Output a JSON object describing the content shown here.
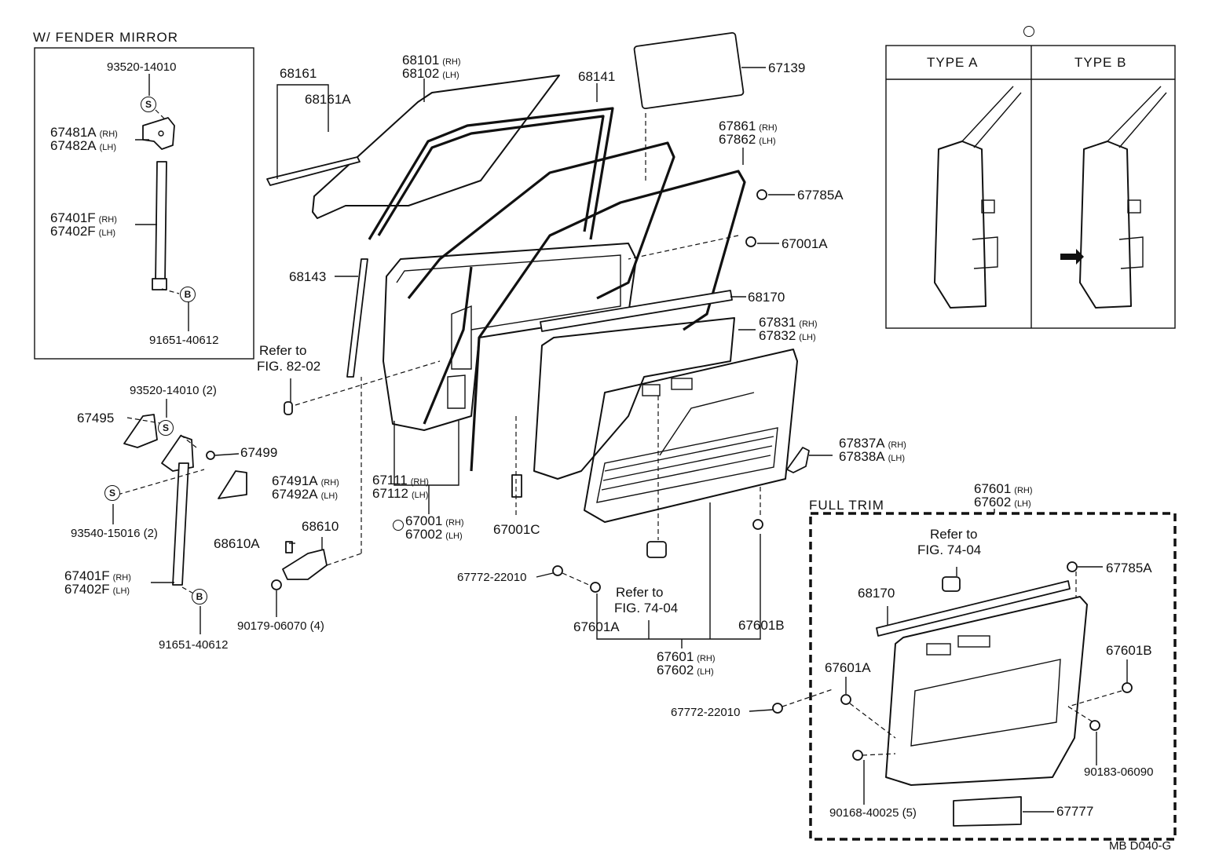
{
  "sections": {
    "fender_mirror": "W/ FENDER MIRROR",
    "full_trim": "FULL TRIM",
    "type_a": "TYPE A",
    "type_b": "TYPE B"
  },
  "figure_code": "MB  D040-G",
  "symbols": {
    "s": "S",
    "b": "B"
  },
  "icons": {
    "bolt_circle": "bolt-circle-icon"
  },
  "labels": {
    "p93520_14010_top": "93520-14010",
    "p67481A": "67481A",
    "p67482A": "67482A",
    "p67401F_top": "67401F",
    "p67402F_top": "67402F",
    "p91651_40612_top": "91651-40612",
    "p68161": "68161",
    "p68161A": "68161A",
    "p68101": "68101",
    "p68102": "68102",
    "p68141": "68141",
    "p67139": "67139",
    "p67861": "67861",
    "p67862": "67862",
    "p67785A": "67785A",
    "p67001A": "67001A",
    "p68143": "68143",
    "p68170": "68170",
    "p67831": "67831",
    "p67832": "67832",
    "refer_to": "Refer to",
    "fig_82_02": "FIG. 82-02",
    "fig_74_04": "FIG. 74-04",
    "p93520_14010_2": "93520-14010 (2)",
    "p67495": "67495",
    "p67499": "67499",
    "p67491A": "67491A",
    "p67492A": "67492A",
    "p93540_15016_2": "93540-15016 (2)",
    "p67111": "67111",
    "p67112": "67112",
    "p67001": "67001",
    "p67002": "67002",
    "p67001C": "67001C",
    "p67837A": "67837A",
    "p67838A": "67838A",
    "p67601": "67601",
    "p67602": "67602",
    "p68610A": "68610A",
    "p68610": "68610",
    "p67401F": "67401F",
    "p67402F": "67402F",
    "p67772_22010": "67772-22010",
    "p67601A": "67601A",
    "p67601B": "67601B",
    "p90179_06070_4": "90179-06070 (4)",
    "p91651_40612": "91651-40612",
    "p90183_06090": "90183-06090",
    "p90168_40025_5": "90168-40025 (5)",
    "p67777": "67777",
    "rh": "(RH)",
    "lh": "(LH)"
  }
}
